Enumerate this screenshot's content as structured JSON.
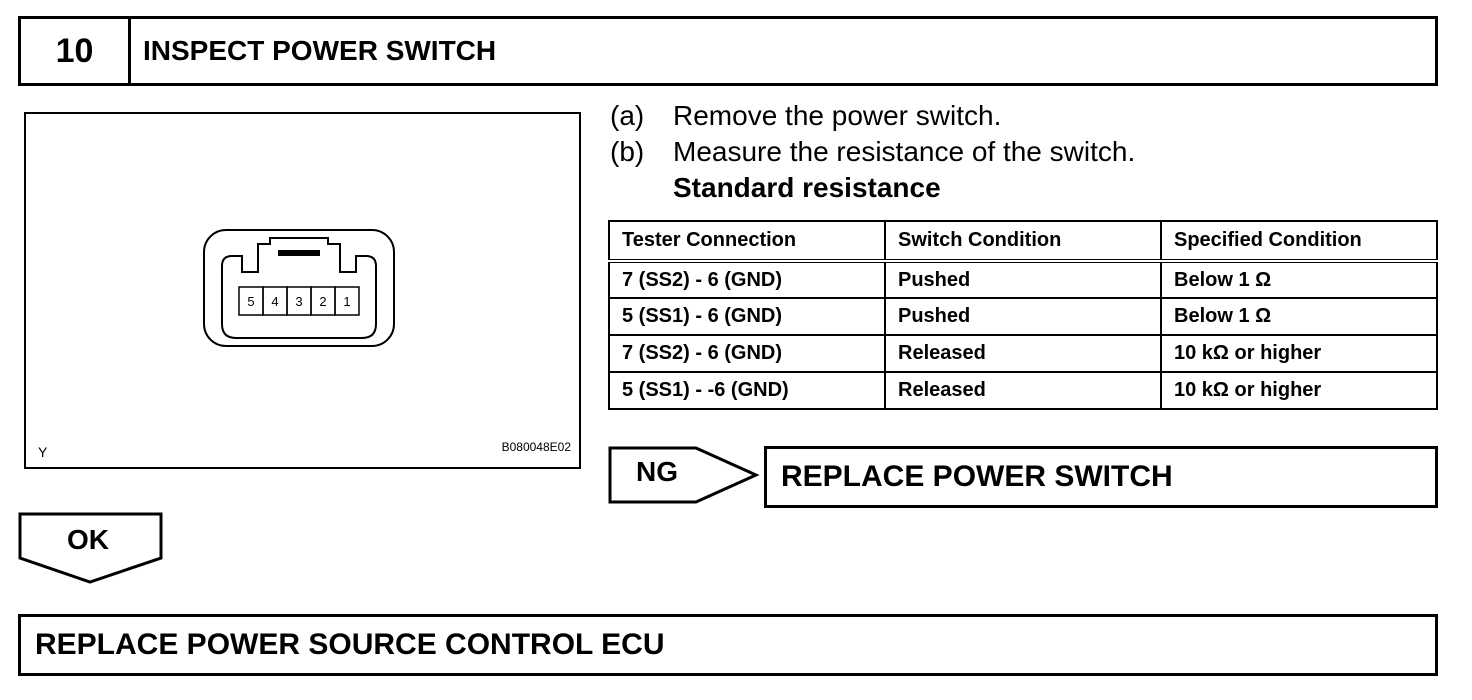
{
  "step": {
    "number": "10",
    "title": "INSPECT POWER SWITCH"
  },
  "figure": {
    "pins": [
      "5",
      "4",
      "3",
      "2",
      "1"
    ],
    "corner_mark": "Y",
    "code": "B080048E02"
  },
  "instructions": [
    {
      "label": "(a)",
      "text": "Remove the power switch."
    },
    {
      "label": "(b)",
      "text": "Measure the resistance of the switch."
    }
  ],
  "standard_label": "Standard resistance",
  "table": {
    "headers": [
      "Tester Connection",
      "Switch Condition",
      "Specified Condition"
    ],
    "rows": [
      [
        "7 (SS2) - 6 (GND)",
        "Pushed",
        "Below 1 Ω"
      ],
      [
        "5 (SS1) - 6 (GND)",
        "Pushed",
        "Below 1 Ω"
      ],
      [
        "7 (SS2) - 6 (GND)",
        "Released",
        "10 kΩ or higher"
      ],
      [
        "5 (SS1) - -6 (GND)",
        "Released",
        "10 kΩ or higher"
      ]
    ]
  },
  "ng": {
    "label": "NG",
    "action": "REPLACE POWER SWITCH"
  },
  "ok": {
    "label": "OK"
  },
  "final_action": "REPLACE POWER SOURCE CONTROL ECU"
}
